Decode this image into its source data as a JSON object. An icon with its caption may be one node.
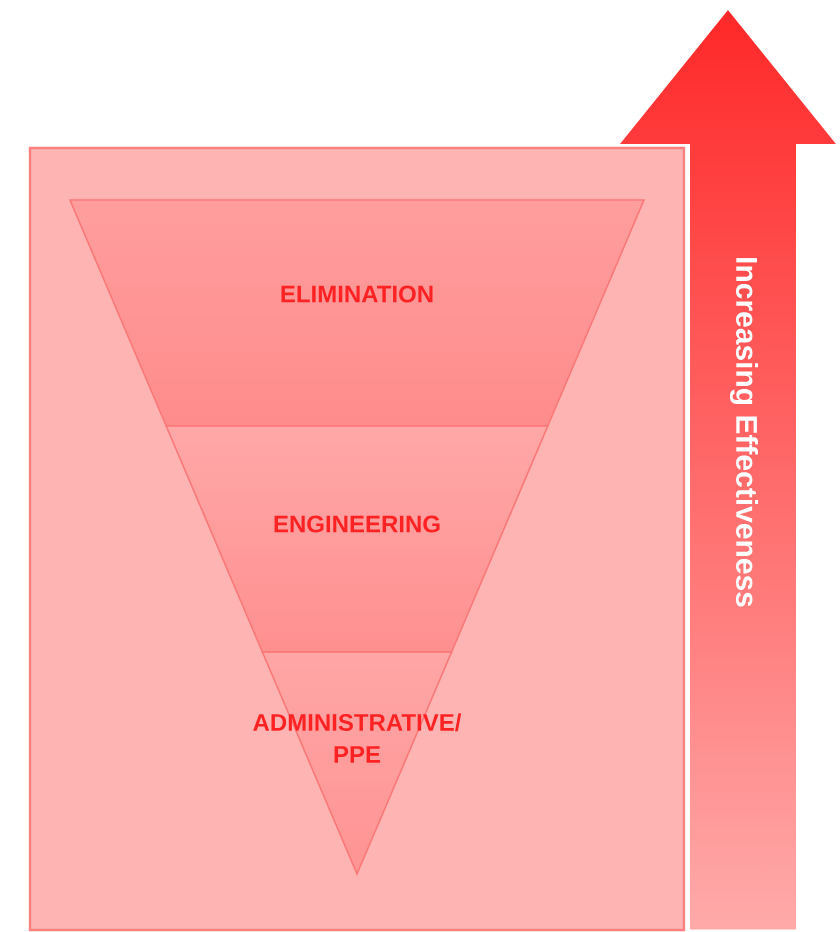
{
  "diagram": {
    "nodes": [
      {
        "text": [],
        "shape": "box"
      },
      {
        "text": [
          "ELIMINATION"
        ],
        "in": 0
      },
      {
        "text": [
          "ENGINEERING"
        ],
        "in": 0
      },
      {
        "text": [
          "ADMINISTRATIVE/ PPE"
        ],
        "in": 0
      },
      {
        "text": [
          "Increasing Effectiveness"
        ]
      }
    ]
  }
}
